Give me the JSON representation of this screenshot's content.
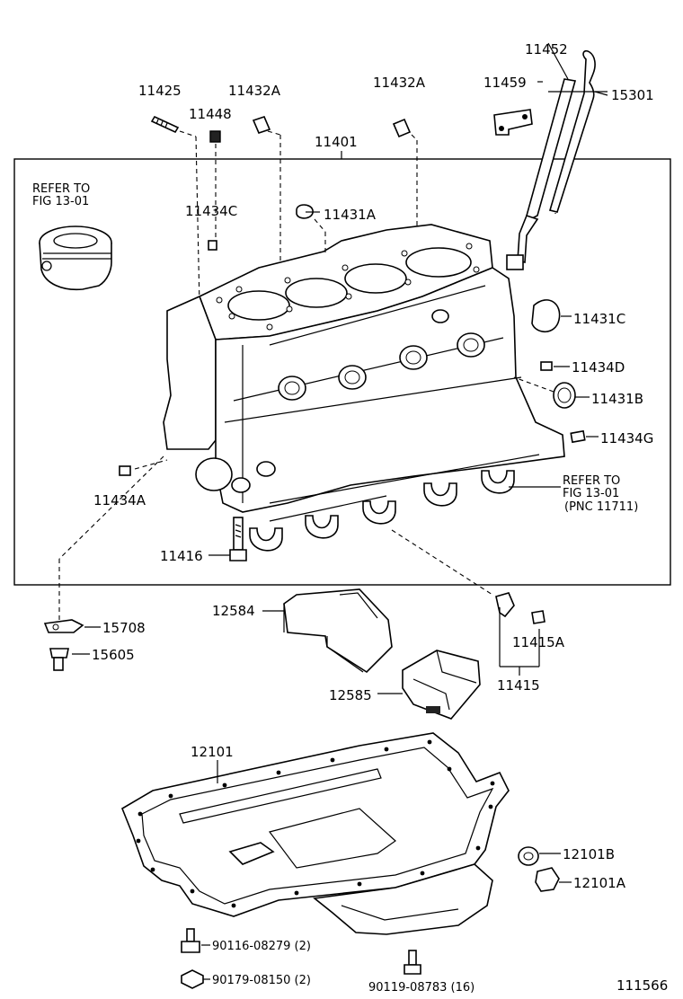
{
  "labels": {
    "p11425": "11425",
    "p11432A_1": "11432A",
    "p11448": "11448",
    "p11432A_2": "11432A",
    "p11459": "11459",
    "p11452": "11452",
    "p15301": "15301",
    "p11401": "11401",
    "refer1_a": "REFER TO",
    "refer1_b": "FIG 13-01",
    "p11434C": "11434C",
    "p11431A": "11431A",
    "p11431C": "11431C",
    "p11434D": "11434D",
    "p11431B": "11431B",
    "p11434G": "11434G",
    "refer2_a": "REFER TO",
    "refer2_b": "FIG 13-01",
    "refer2_c": "(PNC 11711)",
    "p11434A": "11434A",
    "p11416": "11416",
    "p12584": "12584",
    "p15708": "15708",
    "p15605": "15605",
    "p11415A": "11415A",
    "p11415": "11415",
    "p12585": "12585",
    "p12101": "12101",
    "p12101B": "12101B",
    "p12101A": "12101A",
    "b1": "90116-08279 (2)",
    "b2": "90179-08150 (2)",
    "b3": "90119-08783 (16)",
    "figno": "111566"
  }
}
